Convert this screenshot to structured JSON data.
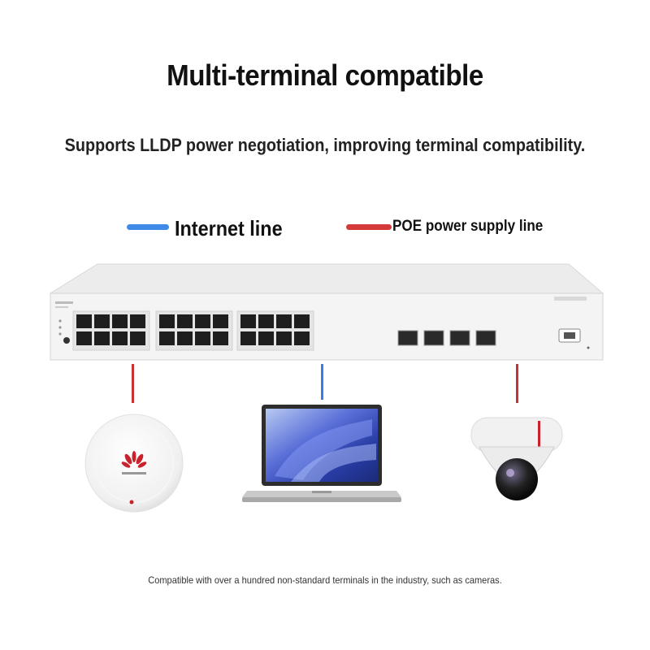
{
  "heading": {
    "title": "Multi-terminal compatible",
    "subtitle": "Supports LLDP power negotiation, improving terminal compatibility."
  },
  "legend": {
    "internet_label": "Internet line",
    "poe_label": "POE power supply line",
    "internet_color": "#3f8ae6",
    "poe_color": "#d53a3a"
  },
  "device": {
    "name": "network-switch",
    "ethernet_ports": 24,
    "sfp_ports": 4
  },
  "terminals": [
    {
      "name": "wireless-access-point",
      "connection": "poe"
    },
    {
      "name": "laptop",
      "connection": "internet"
    },
    {
      "name": "dome-camera",
      "connection": "poe"
    }
  ],
  "footer": {
    "note": "Compatible with over a hundred non-standard terminals in the industry, such as cameras."
  }
}
